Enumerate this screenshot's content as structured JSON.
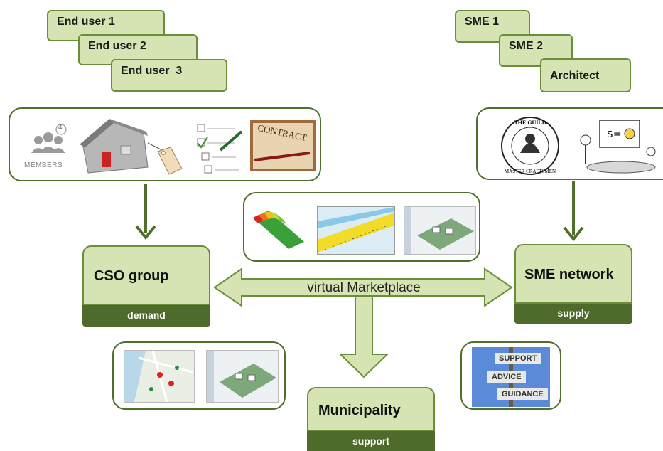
{
  "end_users": [
    "End user 1",
    "End user 2",
    "End user  3"
  ],
  "smes": [
    "SME 1",
    "SME 2",
    "Architect"
  ],
  "members_label": "MEMBERS",
  "members_count": "4",
  "contract_label": "CONTRACT",
  "guild_text": "THE GUILD OF MASTER CRAFTSMEN",
  "cso": {
    "title": "CSO group",
    "role": "demand"
  },
  "sme_network": {
    "title": "SME network",
    "role": "supply"
  },
  "municipality": {
    "title": "Municipality",
    "role": "support"
  },
  "marketplace_label": "virtual Marketplace",
  "signpost": [
    "SUPPORT",
    "ADVICE",
    "GUIDANCE"
  ],
  "colors": {
    "light_green": "#d6e4b4",
    "dark_green": "#4f6b2b",
    "border_green": "#6b8e3a"
  }
}
